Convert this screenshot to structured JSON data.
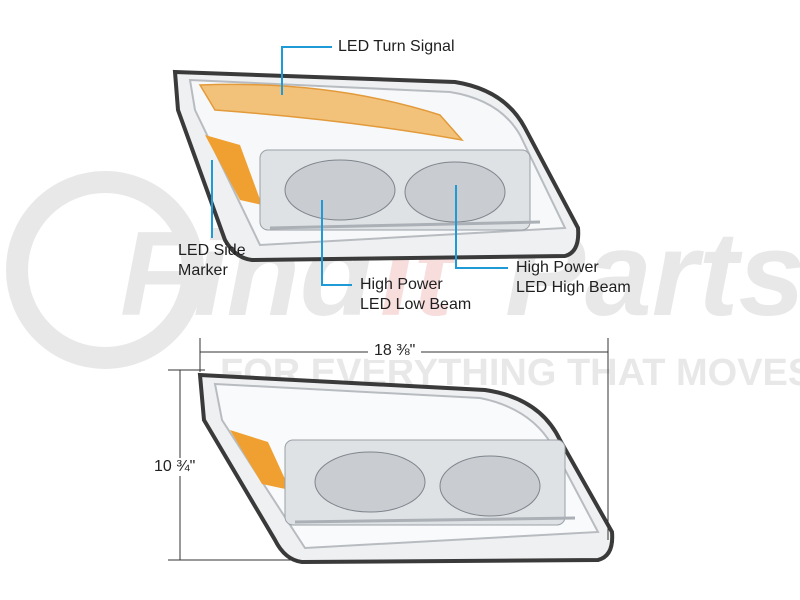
{
  "watermark": {
    "brand": "FindItParts",
    "tagline": "FOR EVERYTHING THAT MOVES"
  },
  "callouts": {
    "turn_signal": "LED Turn Signal",
    "side_marker": [
      "LED Side",
      "Marker"
    ],
    "low_beam": [
      "High Power",
      "LED Low Beam"
    ],
    "high_beam": [
      "High Power",
      "LED High Beam"
    ]
  },
  "dimensions": {
    "width": "18 ⅜\"",
    "height": "10 ¾\""
  },
  "colors": {
    "leader": "#1e9bd7",
    "amber": "#f0a030",
    "chrome": "#c8ccd0"
  }
}
